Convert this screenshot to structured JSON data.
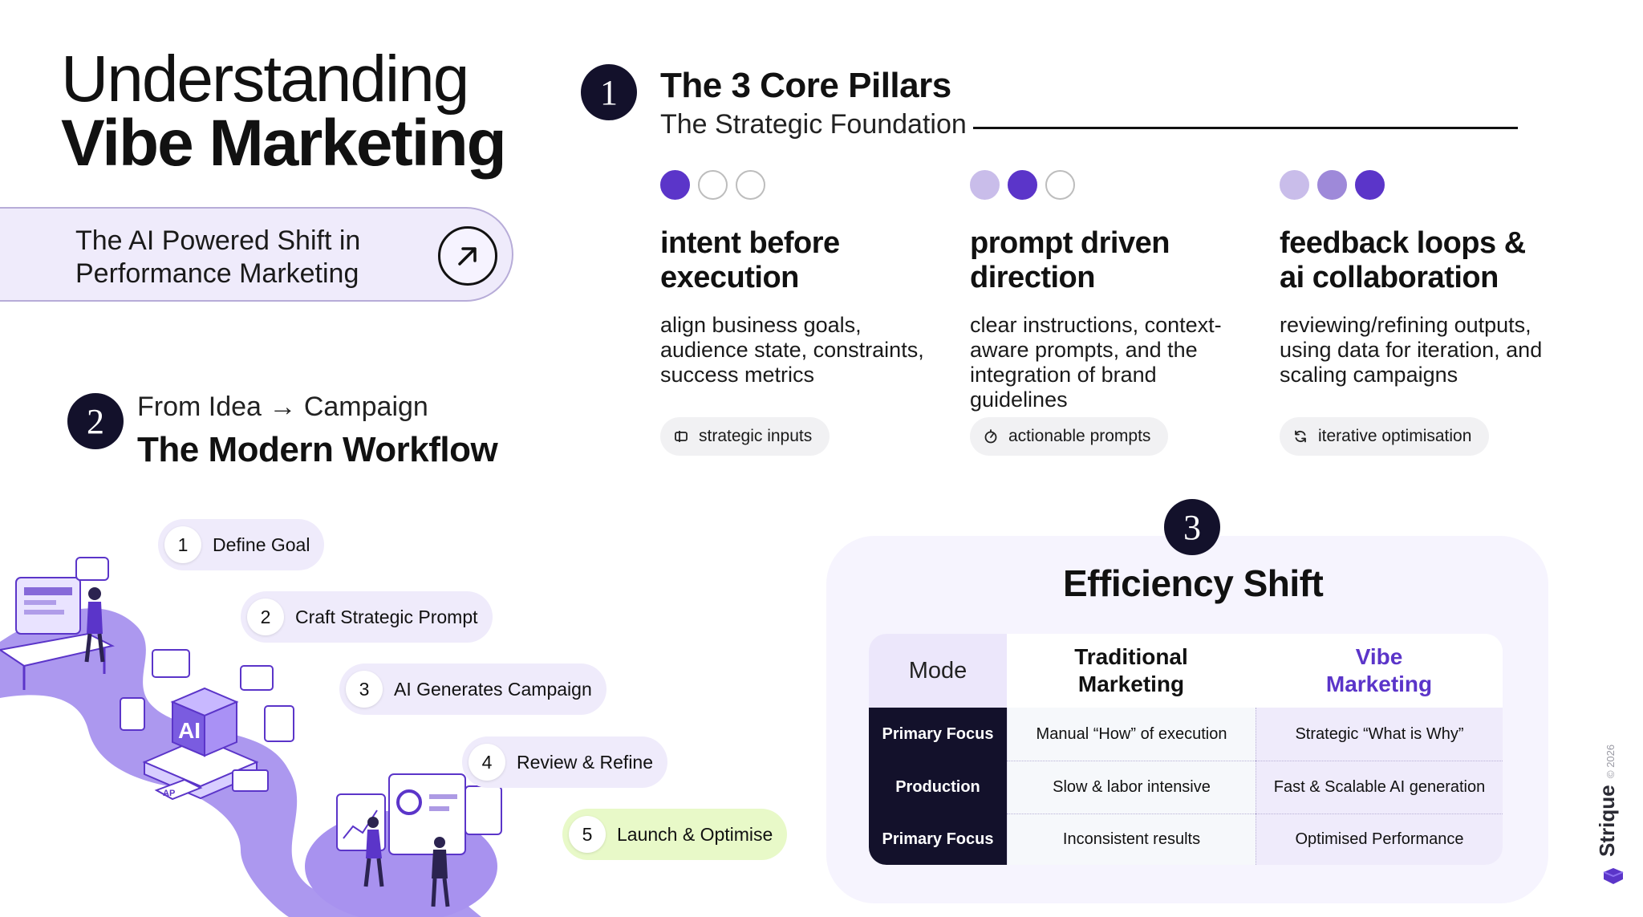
{
  "title": {
    "line1": "Understanding",
    "line2": "Vibe Marketing"
  },
  "tagline": {
    "text": "The AI Powered Shift in Performance Marketing",
    "icon": "arrow-up-right-icon"
  },
  "section1": {
    "badge": "1",
    "title": "The 3 Core Pillars",
    "subtitle": "The Strategic Foundation",
    "pillars": [
      {
        "heading": "intent before execution",
        "body": "align business goals, audience state, constraints, success metrics",
        "chip": "strategic inputs",
        "chip_icon": "input-icon",
        "level": 1
      },
      {
        "heading": "prompt driven direction",
        "body": "clear instructions, context-aware prompts, and the integration of brand guidelines",
        "chip": "actionable prompts",
        "chip_icon": "prompt-icon",
        "level": 2
      },
      {
        "heading": "feedback loops & ai collaboration",
        "body": "reviewing/refining outputs, using data for iteration, and scaling campaigns",
        "chip": "iterative optimisation",
        "chip_icon": "refresh-icon",
        "level": 3
      }
    ]
  },
  "section2": {
    "badge": "2",
    "subtitle": "From Idea → Campaign",
    "title": "The Modern Workflow",
    "steps": [
      {
        "num": "1",
        "label": "Define Goal"
      },
      {
        "num": "2",
        "label": "Craft Strategic Prompt"
      },
      {
        "num": "3",
        "label": "AI Generates Campaign"
      },
      {
        "num": "4",
        "label": "Review & Refine"
      },
      {
        "num": "5",
        "label": "Launch & Optimise"
      }
    ],
    "illustration_text": {
      "cube": "AI",
      "chip": "AP"
    }
  },
  "section3": {
    "badge": "3",
    "title": "Efficiency Shift",
    "table": {
      "header_mode": "Mode",
      "header_traditional": "Traditional Marketing",
      "header_vibe": "Vibe Marketing",
      "rows": [
        {
          "label": "Primary Focus",
          "traditional": "Manual “How” of execution",
          "vibe": "Strategic “What is Why”"
        },
        {
          "label": "Production",
          "traditional": "Slow & labor intensive",
          "vibe": "Fast & Scalable AI generation"
        },
        {
          "label": "Primary Focus",
          "traditional": "Inconsistent results",
          "vibe": "Optimised Performance"
        }
      ]
    }
  },
  "footer": {
    "brand": "Strique",
    "copyright": "© 2026"
  },
  "colors": {
    "accent": "#5b35c9",
    "lavender": "#efebfb",
    "dark": "#13112b",
    "lime": "#e8f9c8"
  }
}
